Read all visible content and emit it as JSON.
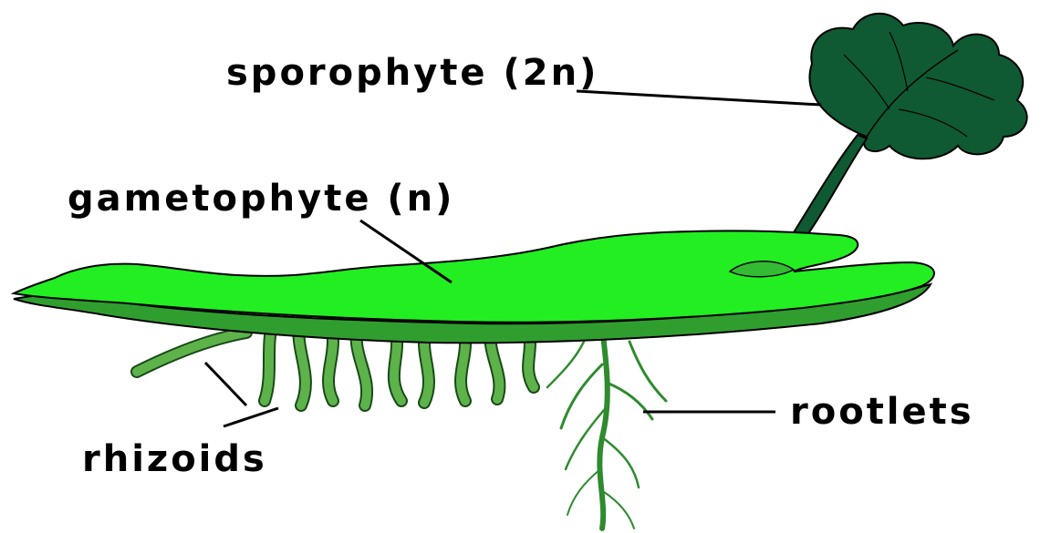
{
  "labels": {
    "sporophyte": "sporophyte (2n)",
    "gametophyte": "gametophyte (n)",
    "rootlets": "rootlets",
    "rhizoids": "rhizoids"
  },
  "colors": {
    "thallus_top": "#22ee22",
    "thallus_underside": "#33aa33",
    "rhizoid": "#55aa44",
    "leaf": "#0f5a32",
    "outline": "#000000"
  }
}
